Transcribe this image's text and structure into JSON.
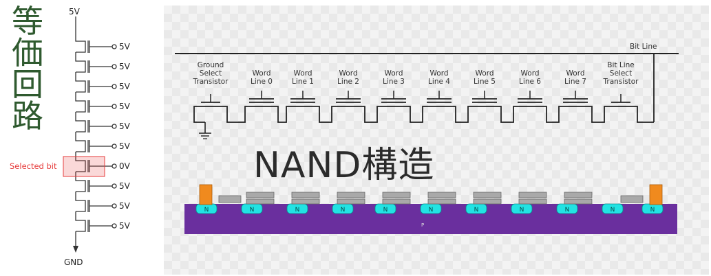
{
  "title_chars": [
    "等",
    "価",
    "回",
    "路"
  ],
  "circuit": {
    "top_label": "5V",
    "bottom_label": "GND",
    "selected_label": "Selected bit",
    "gates": [
      "5V",
      "5V",
      "5V",
      "5V",
      "5V",
      "5V",
      "0V",
      "5V",
      "5V",
      "5V"
    ],
    "selected_index": 6,
    "selected_color": "#e63b3b"
  },
  "nand": {
    "title": "NAND構造",
    "bit_line": "Bit Line",
    "substrate": "P",
    "diffusion": "N",
    "gates": [
      [
        "Ground",
        "Select",
        "Transistor"
      ],
      [
        "Word",
        "Line 0"
      ],
      [
        "Word",
        "Line 1"
      ],
      [
        "Word",
        "Line 2"
      ],
      [
        "Word",
        "Line 3"
      ],
      [
        "Word",
        "Line 4"
      ],
      [
        "Word",
        "Line 5"
      ],
      [
        "Word",
        "Line 6"
      ],
      [
        "Word",
        "Line 7"
      ],
      [
        "Bit Line",
        "Select",
        "Transistor"
      ]
    ],
    "colors": {
      "substrate": "#6a2f9e",
      "diffusion": "#22e3e3",
      "contact": "#f08a1e",
      "gate": "#a9a9a9"
    }
  }
}
